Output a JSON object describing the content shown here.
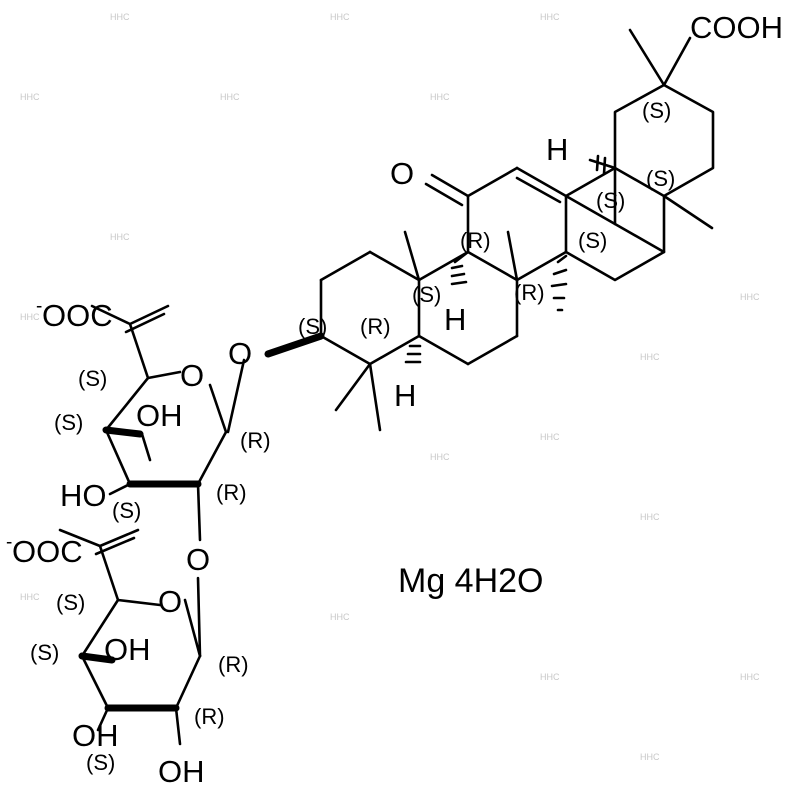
{
  "diagram": {
    "caption": "Mg 4H2O",
    "labels": {
      "cooh": "COOH",
      "ketone_o": "O",
      "ring_o": "O",
      "glyco_o": "O",
      "link_o": "O",
      "h": "H",
      "oh": "OH",
      "ho": "HO",
      "coo": "OOC",
      "minus": "-"
    },
    "stereo": {
      "c20": "(S)",
      "c18": "(S)",
      "c17": "(S)",
      "c14": "(S)",
      "c9": "(R)",
      "c8": "(R)",
      "c10": "(S)",
      "c5": "(R)",
      "c3": "(S)",
      "g1c5": "(S)",
      "g1c4": "(S)",
      "g1c3": "(S)",
      "g1c2": "(R)",
      "g1c1": "(R)",
      "g2c5": "(S)",
      "g2c4": "(S)",
      "g2c3": "(S)",
      "g2c2": "(R)",
      "g2c1": "(R)"
    },
    "watermark": "HHC"
  }
}
